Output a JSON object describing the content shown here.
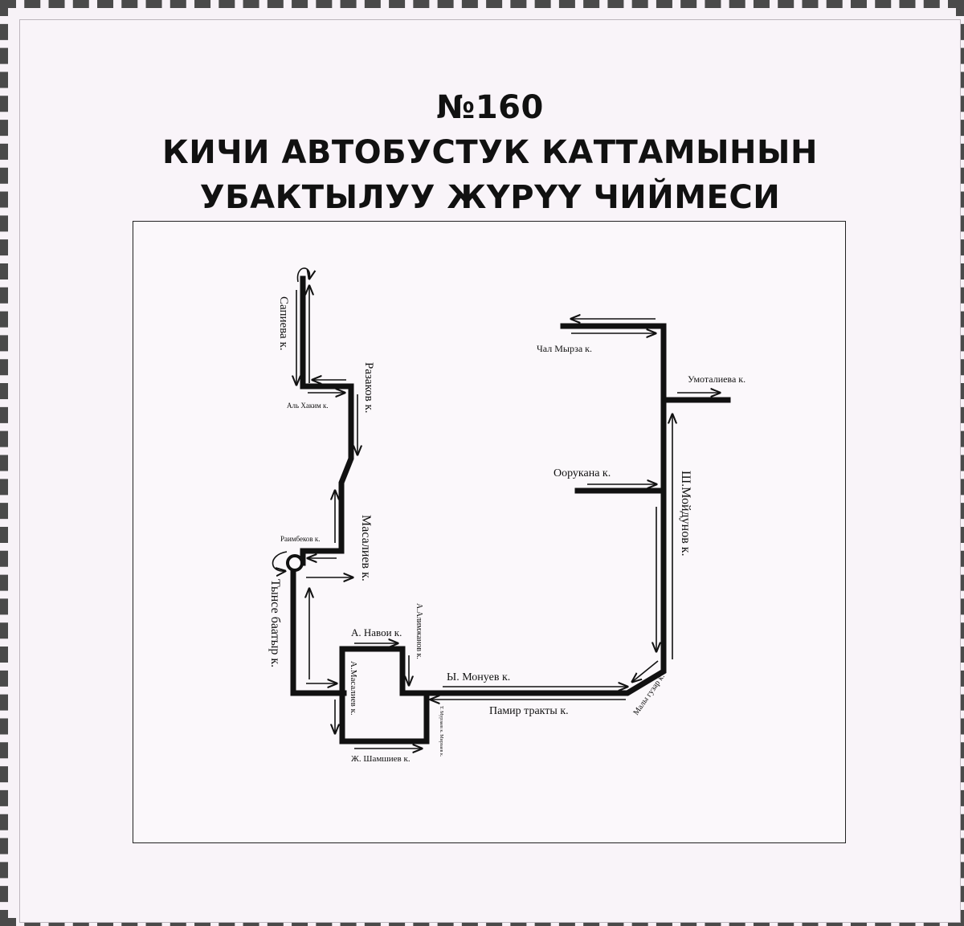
{
  "title": {
    "route_number": "№160",
    "line1": "КИЧИ АВТОБУСТУК КАТТАМЫНЫН",
    "line2": "УБАКТЫЛУУ ЖҮРҮҮ ЧИЙМЕСИ"
  },
  "streets": {
    "sapieva": "Сапиева к.",
    "al_hakim": "Аль Хаким к.",
    "razakov": "Разаков к.",
    "raimbekov": "Раимбеков к.",
    "masaliev": "Масалиев к.",
    "tynyse_batyr": "Тынсе баатыр к.",
    "navoi": "А. Навои к.",
    "alimjanov": "А.Алимжанов к.",
    "a_masaliev": "А.Масалиев к.",
    "shamshiev": "Ж. Шамшиев к.",
    "small_vertical": "Т. Мурзаев к. Мирзаев к.",
    "monuev": "Ы. Монуев к.",
    "pamir": "Памир тракты  к.",
    "maly_guzar": "Малы гузар к.",
    "moydunov": "Ш.Мойдунов к.",
    "chal_myrza": "Чал Мырза к.",
    "umotalieva": "Умоталиева к.",
    "oorukana": "Оорукана к."
  },
  "colors": {
    "route": "#111111",
    "paper": "#fbf8fb",
    "border": "#4a4a4a"
  },
  "icons": {
    "turnaround": "u-turn-arrow-icon",
    "ring": "roundabout-ring-icon",
    "direction": "direction-arrow-icon"
  }
}
